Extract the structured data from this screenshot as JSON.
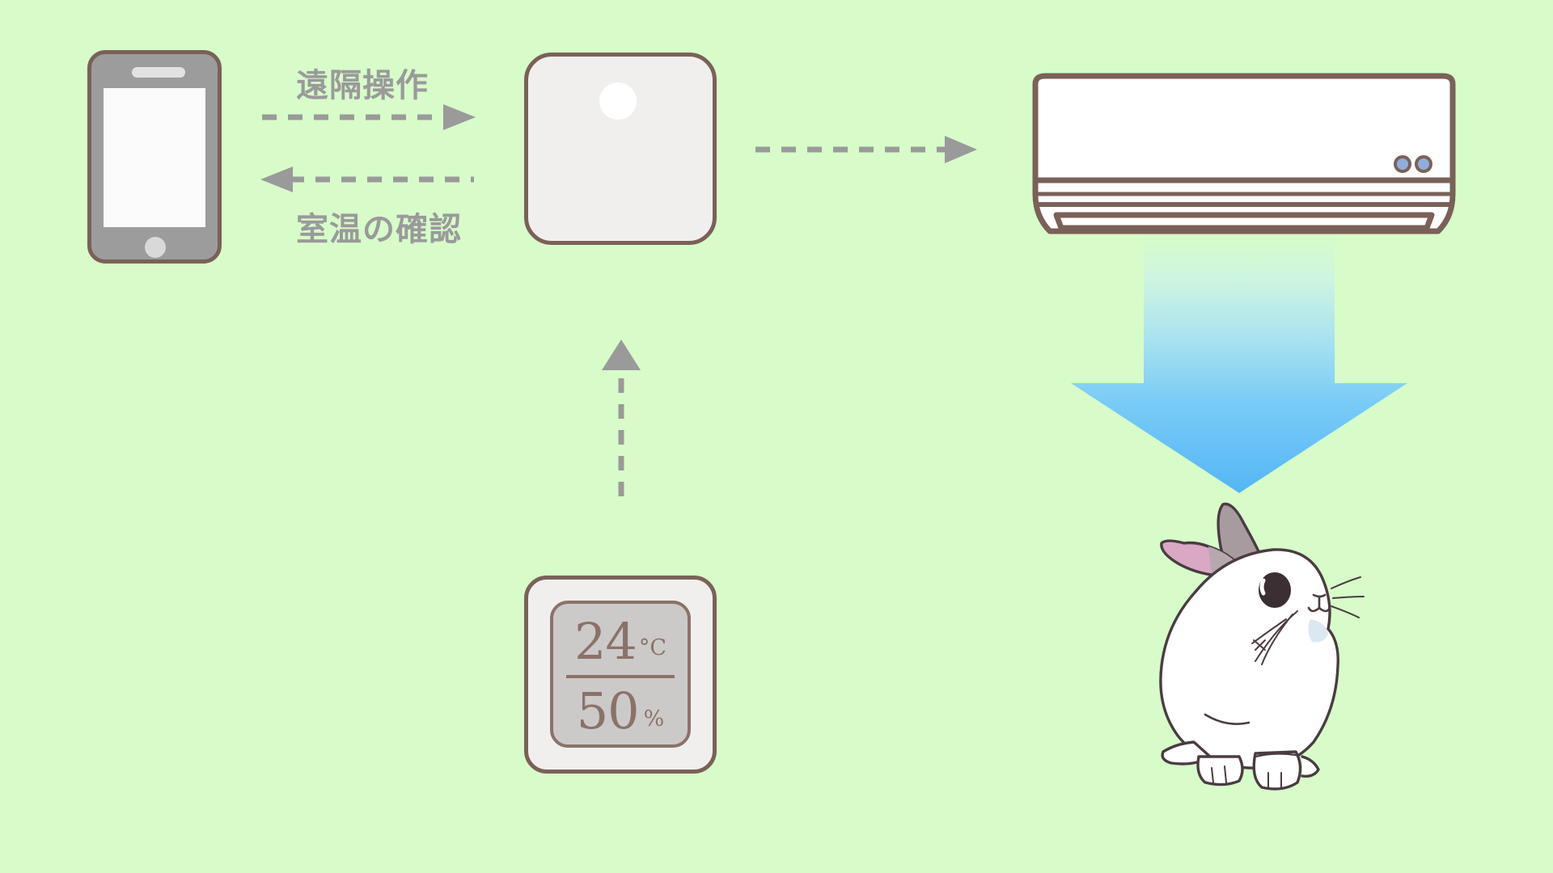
{
  "diagram": {
    "title": "smart-home-air-conditioner-control",
    "background_color": "#d7fcc9"
  },
  "labels": {
    "remote_control": "遠隔操作",
    "room_temperature_check": "室温の確認"
  },
  "devices": {
    "smartphone": {
      "name": "smartphone",
      "body_color": "#9c9c9c",
      "outline_color": "#7a6158",
      "screen_color": "#fbfbfb"
    },
    "hub": {
      "name": "smart-remote-hub",
      "body_color": "#f1efee",
      "outline_color": "#7a6158",
      "indicator_color": "#ffffff"
    },
    "air_conditioner": {
      "name": "wall-mounted-air-conditioner",
      "body_color": "#ffffff",
      "outline_color": "#7a6158",
      "indicator_color": "#8faedb",
      "indicator_count": 2
    },
    "thermo_hygrometer": {
      "name": "thermo-hygrometer",
      "body_color": "#f1efee",
      "outline_color": "#7a6158",
      "screen_color": "#cccac9",
      "text_color": "#8b7268",
      "temperature_value": "24",
      "temperature_unit": "°C",
      "humidity_value": "50",
      "humidity_unit": "%"
    },
    "rabbit": {
      "name": "rabbit",
      "body_color": "#ffffff",
      "outline_color": "#4a3c42",
      "upright_ear_color": "#a89ba0",
      "folded_ear_color": "#d9a8c4",
      "eye_color": "#3b2f33"
    }
  },
  "arrows": {
    "phone_to_hub": {
      "name": "remote-control-arrow",
      "direction": "right",
      "style": "dashed",
      "color": "#9a9a9a"
    },
    "hub_to_phone": {
      "name": "temperature-feedback-arrow",
      "direction": "left",
      "style": "dashed",
      "color": "#9a9a9a"
    },
    "hub_to_ac": {
      "name": "hub-to-ac-arrow",
      "direction": "right",
      "style": "dashed",
      "color": "#9a9a9a"
    },
    "thermo_to_hub": {
      "name": "sensor-to-hub-arrow",
      "direction": "up",
      "style": "dashed",
      "color": "#9a9a9a"
    },
    "airflow": {
      "name": "cool-airflow-arrow",
      "direction": "down",
      "style": "solid-gradient",
      "color_top": "#d7fcc9",
      "color_bottom": "#55b6f5"
    }
  }
}
